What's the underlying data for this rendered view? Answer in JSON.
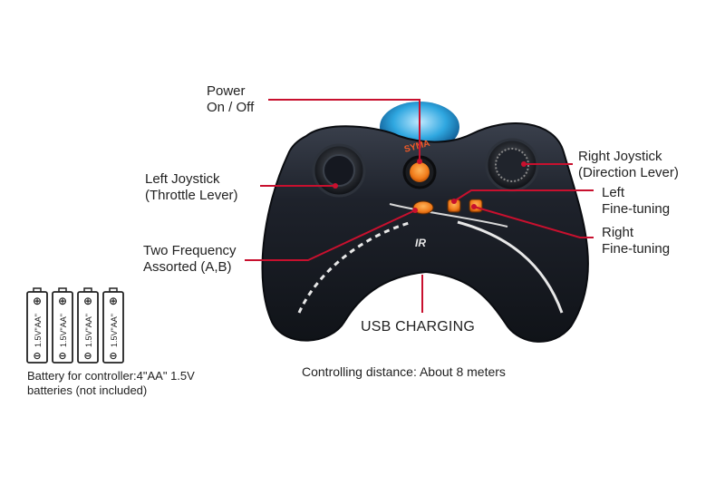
{
  "callouts": {
    "power": "Power\nOn / Off",
    "left_joystick": "Left Joystick\n(Throttle Lever)",
    "two_frequency": "Two Frequency\nAssorted (A,B)",
    "right_joystick": "Right Joystick\n(Direction Lever)",
    "left_fine_tuning": "Left\nFine-tuning",
    "right_fine_tuning": "Right\nFine-tuning",
    "usb_charging": "USB CHARGING"
  },
  "controller": {
    "brand_logo": "SYMA",
    "ir_mark": "IR"
  },
  "battery": {
    "cell_label": "1.5V\"AA\"",
    "count": 4,
    "caption": "Battery for controller:4\"AA\" 1.5V\nbatteries (not included)"
  },
  "footer": {
    "distance": "Controlling distance: About 8 meters"
  },
  "colors": {
    "callout_line": "#c8102e",
    "controller_body": "#1b1f27",
    "button_orange": "#f07b1a",
    "dome_blue": "#2fa7e0"
  }
}
